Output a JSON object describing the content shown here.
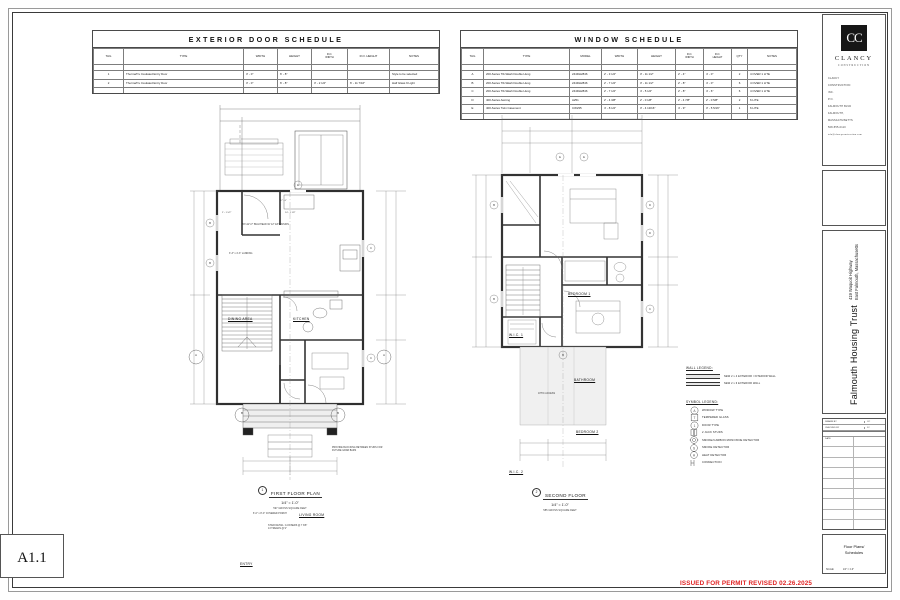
{
  "sheet": {
    "number": "A1.1",
    "name_line1": "Floor Plans/",
    "name_line2": "Schedules",
    "scale_label": "SCALE:",
    "scale_value": "1/4\" = 1'-0\"",
    "permit_stamp": "ISSUED FOR PERMIT REVISED 02.26.2025"
  },
  "firm": {
    "logo_mark": "CC",
    "name": "CLANCY",
    "subtitle": "CONSTRUCTION",
    "contact": [
      "CLANCY",
      "CONSTRUCTION",
      "INC.",
      "P.O.",
      "FALMOUTH BLVD",
      "FALMOUTH,",
      "MASSACHUSETTS",
      "508-555-0110",
      "info@clancyconstruction.com"
    ]
  },
  "project": {
    "title": "Falmouth Housing Trust",
    "address_line1": "419 Waquoit Highway",
    "address_line2": "East Falmouth, Massachusetts"
  },
  "revision_block": {
    "drawn_by_label": "DRAWN BY",
    "drawn_by_value": "CC",
    "checked_by_label": "CHECKED BY",
    "checked_by_value": "JC",
    "date_label": "DATE"
  },
  "door_schedule": {
    "title": "EXTERIOR DOOR SCHEDULE",
    "columns": [
      "TAG",
      "TYPE",
      "WIDTH",
      "HEIGHT",
      "R.O. WIDTH",
      "R.O. HEIGHT",
      "NOTES"
    ],
    "column_ro": [
      "",
      "",
      "",
      "",
      "R.O.",
      "R.O.",
      ""
    ],
    "rows": [
      {
        "tag": "1",
        "type": "ThermaTru Insulated Entry Door",
        "width": "3' - 0\"",
        "height": "6' - 8\"",
        "ro_width": "",
        "ro_height": "",
        "notes": "Style to be selected"
      },
      {
        "tag": "2",
        "type": "ThermaTru Insulated Entry Door",
        "width": "3' - 0\"",
        "height": "6' - 8\"",
        "ro_width": "3' - 2 1/2\"",
        "ro_height": "6' - 11 7/16\"",
        "notes": "Half Glass 9 Light"
      }
    ]
  },
  "window_schedule": {
    "title": "WINDOW SCHEDULE",
    "columns": [
      "TAG",
      "TYPE",
      "MODEL",
      "WIDTH",
      "HEIGHT",
      "R.O. WIDTH",
      "R.O. HEIGHT",
      "QTY",
      "NOTES"
    ],
    "rows": [
      {
        "tag": "A",
        "type": "200-Series Tilt-Wash Double Hung",
        "model": "244DH2846",
        "width": "2' - 3 1/2\"",
        "height": "3' - 11 1/2\"",
        "ro_width": "2' - 4\"",
        "ro_height": "4' - 0\"",
        "qty": "2",
        "notes": "4 OVER 1 LITE"
      },
      {
        "tag": "B",
        "type": "200-Series Tilt-Wash Double Hung",
        "model": "244DH2846",
        "width": "2' - 7 1/2\"",
        "height": "3' - 11 1/2\"",
        "ro_width": "2' - 8\"",
        "ro_height": "4' - 0\"",
        "qty": "6",
        "notes": "4 OVER 1 LITE"
      },
      {
        "tag": "C",
        "type": "200-Series Tilt-Wash Double Hung",
        "model": "244DH2846",
        "width": "2' - 7 1/2\"",
        "height": "4' - 5 1/2\"",
        "ro_width": "2' - 8\"",
        "ro_height": "4' - 6\"",
        "qty": "6",
        "notes": "4 OVER 1 LITE"
      },
      {
        "tag": "D",
        "type": "400-Series Awning",
        "model": "A251",
        "width": "2' - 4 3/8\"",
        "height": "2' - 0 1/8\"",
        "ro_width": "2' - 4 7/8\"",
        "ro_height": "2' - 0 5/8\"",
        "qty": "2",
        "notes": "6 LITE"
      },
      {
        "tag": "E",
        "type": "400-Series Twin Casement",
        "model": "CW235",
        "width": "4' - 8 1/2\"",
        "height": "3' - 4 13/16\"",
        "ro_width": "4' - 9\"",
        "ro_height": "3' - 5 5/16\"",
        "qty": "1",
        "notes": "6 LITE"
      }
    ]
  },
  "plans": [
    {
      "bubble": "1",
      "name": "FIRST FLOOR PLAN",
      "scale": "1/4\" = 1'-0\"",
      "area": "597 GROSS SQUARE FEET",
      "rooms": [
        "DINING AREA",
        "KITCHEN",
        "LIVING ROOM",
        "ENTRY"
      ],
      "annotations": [
        "36\"x12\"x7' BULKHEAD W/ 12\" EXTENSION",
        "3'-3\" x 4'-3\" LANDING",
        "PROVIDE BLOCKING BETWEEN STUDS FOR FUTURE GRAB BARS",
        "STAIR DETAIL: 14 RISERS @ 7 3/8\" 13 TREADS @ 9\"",
        "6'-0\" x 8'-0\" COVERED PORCH"
      ],
      "overall_dims": [
        "17' - 0\"",
        "25' - 8\"",
        "2' - 1 1/2\"",
        "14' - 1 1/2\""
      ]
    },
    {
      "bubble": "2",
      "name": "SECOND FLOOR",
      "scale": "1/4\" = 1'-0\"",
      "area": "585 GROSS SQUARE FEET",
      "rooms": [
        "BEDROOM 1",
        "W.I.C. 1",
        "BATHROOM",
        "BEDROOM 2",
        "W.I.C. 2"
      ],
      "annotations": [
        "ATTIC ACCESS"
      ],
      "overall_dims": [
        "17' - 0\"",
        "25' - 8\""
      ]
    }
  ],
  "wall_legend": {
    "title": "WALL LEGEND:",
    "items": [
      {
        "label": "NEW 2 x 4 EXTERIOR / INTERIOR WALL",
        "style": "thick"
      },
      {
        "label": "NEW 2 x 6 EXTERIOR WALL",
        "style": "thin"
      }
    ]
  },
  "symbol_legend": {
    "title": "SYMBOL LEGEND:",
    "items": [
      {
        "symbol": "window-tag-icon",
        "label": "WINDOW TYPE"
      },
      {
        "symbol": "tempered-glass-icon",
        "label": "TEMPERED GLASS"
      },
      {
        "symbol": "door-tag-icon",
        "label": "DOOR TYPE"
      },
      {
        "symbol": "jack-studs-icon",
        "label": "2 JACK STUDS"
      },
      {
        "symbol": "smoke-co-detector-icon",
        "label": "SMOKE/CARBON MONOXIDE DETECTOR"
      },
      {
        "symbol": "smoke-detector-icon",
        "label": "SMOKE DETECTOR"
      },
      {
        "symbol": "heat-detector-icon",
        "label": "HEAT DETECTOR"
      },
      {
        "symbol": "connection-icon",
        "label": "CONNECTION"
      }
    ]
  },
  "colors": {
    "ink": "#1a1a1a",
    "line": "#555555",
    "permit_red": "#e02222",
    "wall_fill": "#d8d8d8"
  }
}
